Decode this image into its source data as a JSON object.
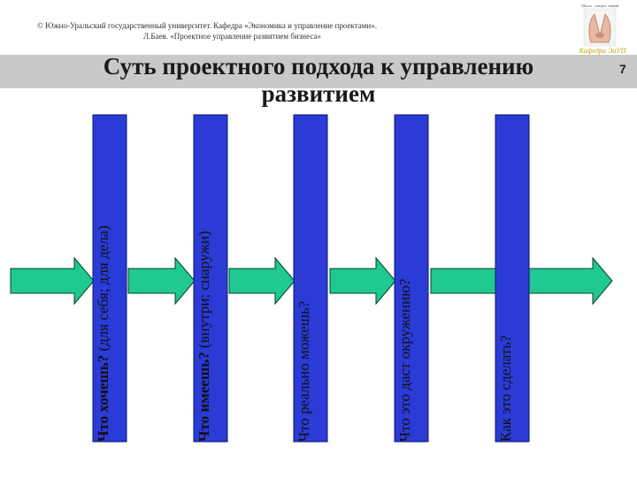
{
  "header": {
    "copyright_line1": "© Южно-Уральский государственный университет. Кафедра «Экономика и управление проектами».",
    "copyright_line2": "Л.Баев. «Проектное управление развитием бизнеса»",
    "logo_caption": "Кафедра ЭиУП",
    "logo_top_text": "Школа – интерес знаний"
  },
  "slide": {
    "title_line1": "Суть проектного подхода к управлению",
    "title_line2": "развитием",
    "page_number": "7"
  },
  "columns": [
    {
      "bold": "Что хочешь?",
      "rest": " (для себя; для дела)"
    },
    {
      "bold": "Что имеешь?",
      "rest": " (внутри; снаружи)"
    },
    {
      "bold": "",
      "rest": "Что реально можешь?"
    },
    {
      "bold": "",
      "rest": "Что это даст окружению?"
    },
    {
      "bold": "",
      "rest": "Как это сделать?"
    }
  ],
  "colors": {
    "panel_fill": "#2a3bd6",
    "arrow_fill": "#1fc98f",
    "header_band": "#c9c9c9"
  }
}
